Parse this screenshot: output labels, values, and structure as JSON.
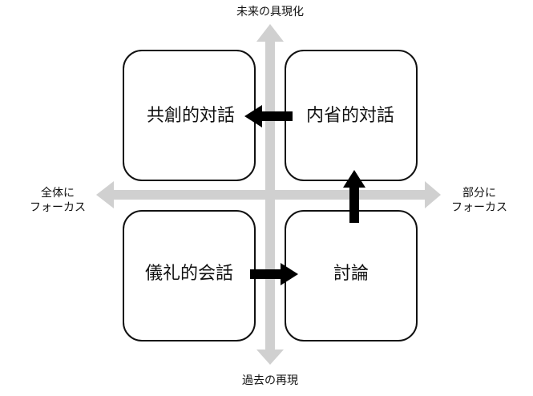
{
  "axes": {
    "top": "未来の具現化",
    "bottom": "過去の再現",
    "left": [
      "全体に",
      "フォーカス"
    ],
    "right": [
      "部分に",
      "フォーカス"
    ],
    "axis_color": "#d0d0d0"
  },
  "quadrants": {
    "top_left": "共創的対話",
    "top_right": "内省的対話",
    "bottom_left": "儀礼的会話",
    "bottom_right": "討論"
  },
  "transitions": [
    {
      "from": "儀礼的会話",
      "to": "討論"
    },
    {
      "from": "討論",
      "to": "内省的対話"
    },
    {
      "from": "内省的対話",
      "to": "共創的対話"
    }
  ]
}
